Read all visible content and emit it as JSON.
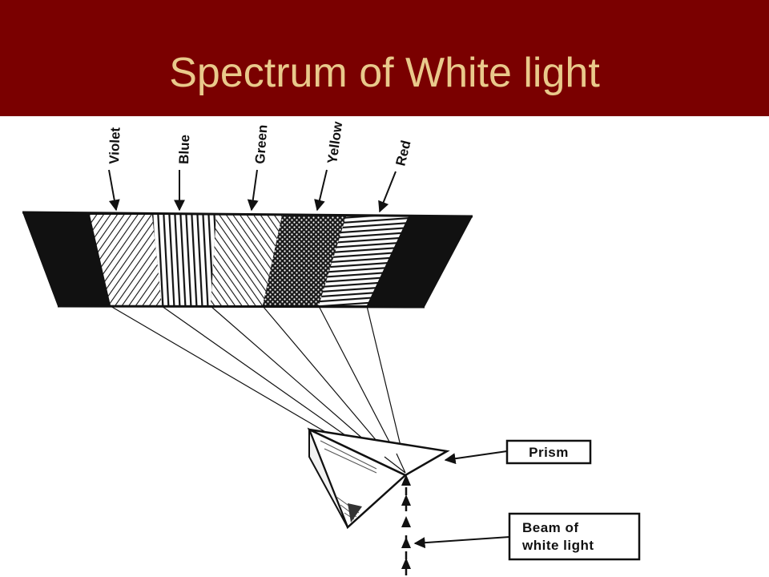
{
  "slide": {
    "title": "Spectrum of White light",
    "header_color": "#7a0000",
    "title_color": "#e9c98b"
  },
  "diagram": {
    "bands": [
      {
        "id": "violet",
        "label": "Violet"
      },
      {
        "id": "blue",
        "label": "Blue"
      },
      {
        "id": "green",
        "label": "Green"
      },
      {
        "id": "yellow",
        "label": "Yellow"
      },
      {
        "id": "red",
        "label": "Red"
      }
    ],
    "prism_label": "Prism",
    "beam_label_line1": "Beam of",
    "beam_label_line2": "white light"
  }
}
